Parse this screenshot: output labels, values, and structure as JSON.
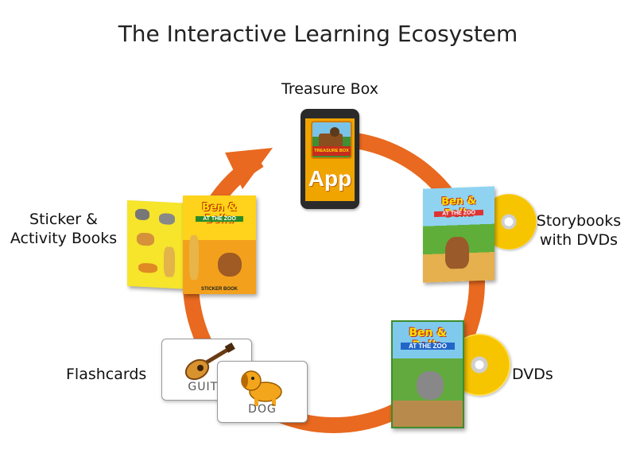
{
  "title": "The Interactive Learning Ecosystem",
  "nodes": {
    "treasure_box": {
      "label": "Treasure Box",
      "app_icon_text": "TREASURE BOX",
      "app_text": "App"
    },
    "storybooks": {
      "label_line1": "Storybooks",
      "label_line2": "with DVDs",
      "cover_title": "Ben & Bella",
      "cover_subtitle": "AT THE ZOO"
    },
    "dvds": {
      "label": "DVDs",
      "cover_title": "Ben & Bella",
      "cover_subtitle": "AT THE ZOO"
    },
    "flashcards": {
      "label": "Flashcards",
      "card1_word": "GUITA",
      "card2_word": "DOG"
    },
    "sticker_books": {
      "label_line1": "Sticker &",
      "label_line2": "Activity Books",
      "cover_title": "Ben & Bella",
      "cover_subtitle": "AT THE ZOO",
      "cover_footer": "STICKER BOOK"
    }
  },
  "colors": {
    "cycle_arrow": "#e8691f",
    "phone": "#2a2a2a",
    "app_orange": "#f0a400"
  },
  "icons": [
    "cycle-arrow",
    "phone-app-icon",
    "guitar-icon",
    "dog-icon"
  ]
}
